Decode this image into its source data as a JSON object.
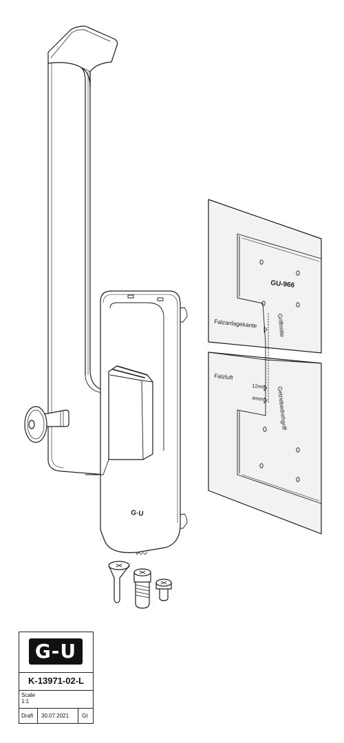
{
  "plate": {
    "code": "GU-966",
    "falzanlagekante": "Falzanlagekante",
    "griffmitte": "Griffmitte",
    "falzluft": "Falzluft",
    "dim_12": "12mm",
    "dim_4": "4mm",
    "getriebedrehgriff": "Getriebedrehgriff"
  },
  "handle_logo": "G·U",
  "title_block": {
    "logo": "G-U",
    "drawing_number": "K-13971-02-L",
    "scale_label": "Scale",
    "scale_value": "1:1",
    "status": "Draft",
    "date": "30.07.2021",
    "author": "Gt"
  },
  "colors": {
    "line": "#1a1a1a",
    "plate_fill": "#f2f2f2",
    "highlight": "#ffffff"
  }
}
